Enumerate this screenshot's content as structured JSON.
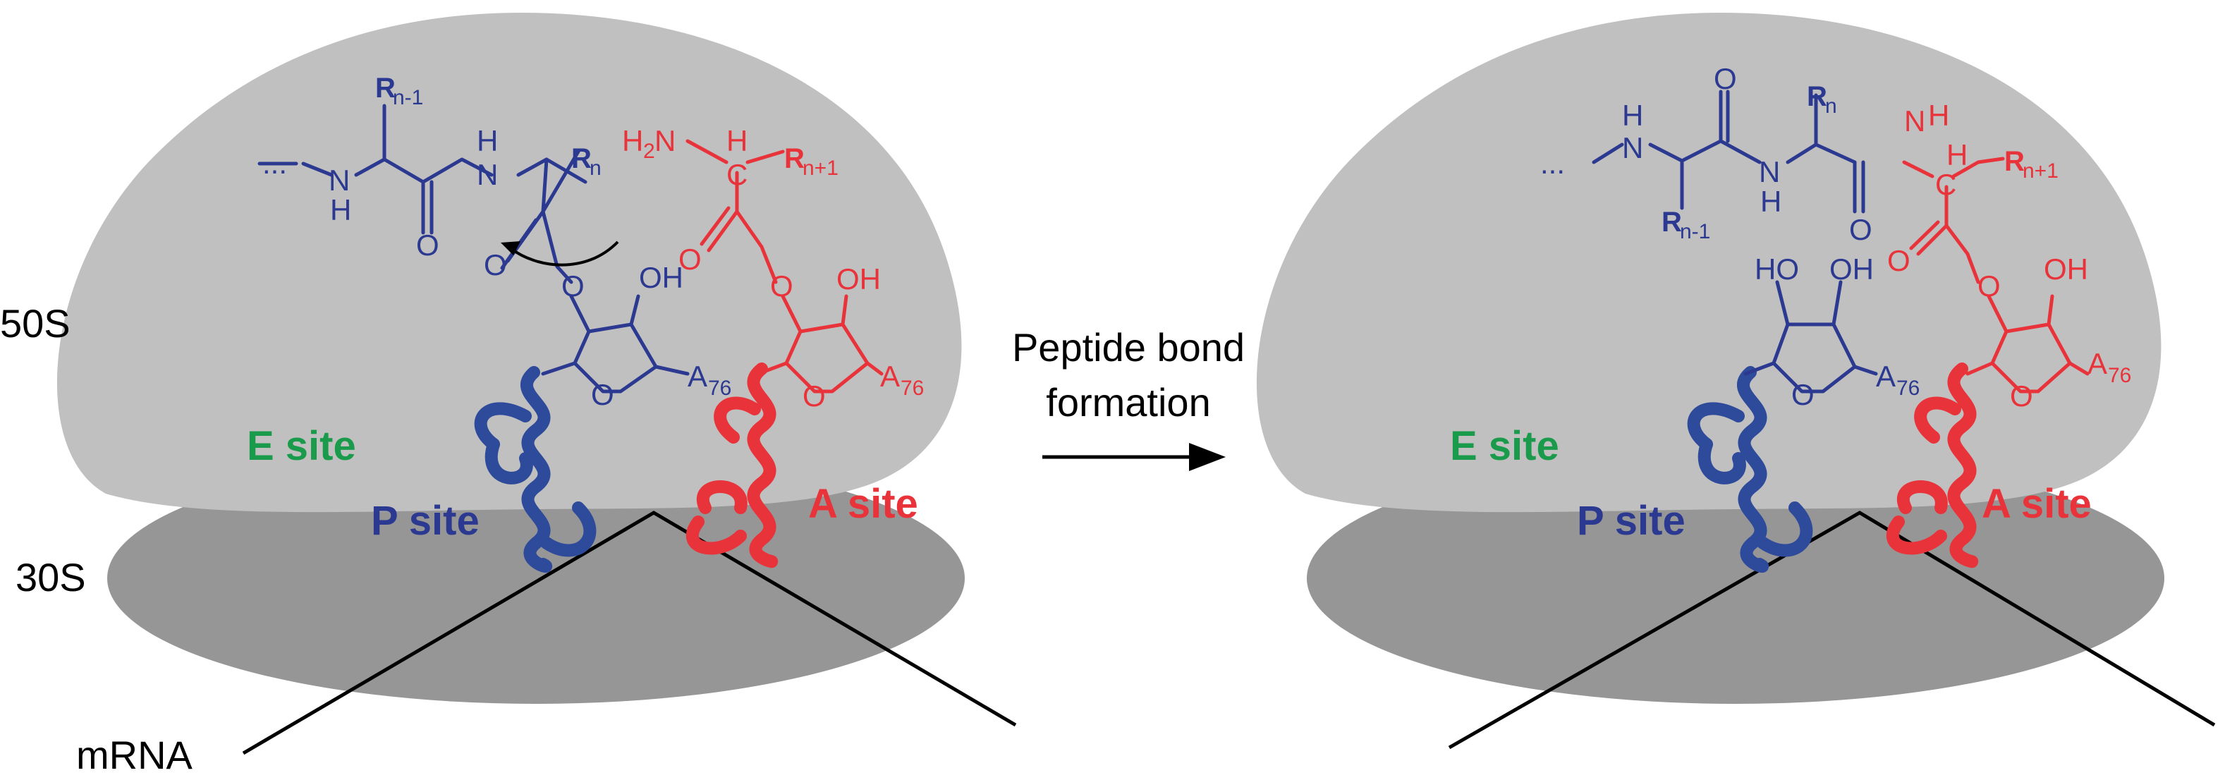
{
  "labels": {
    "large_subunit": "50S",
    "small_subunit": "30S",
    "mrna": "mRNA",
    "arrow_line1": "Peptide bond",
    "arrow_line2": "formation"
  },
  "sites": {
    "e_site": "E site",
    "p_site": "P site",
    "a_site": "A site"
  },
  "chemistry": {
    "h": "H",
    "nh": "N",
    "o": "O",
    "oh": "OH",
    "ho": "HO",
    "h2n_main": "H",
    "h2n_sub": "2",
    "h2n_n": "N",
    "c": "C",
    "r": "R",
    "n_sub": "n",
    "n_minus_1_sub": "n-1",
    "n_plus_1_sub": "n+1",
    "a": "A",
    "a76_sub": "76",
    "chain_dots": "..."
  },
  "colors": {
    "upper_subunit": "#c1c0c1",
    "lower_subunit": "#979696",
    "p_site": "#2b3990",
    "a_site": "#e8333a",
    "e_site": "#1a9b4b"
  }
}
